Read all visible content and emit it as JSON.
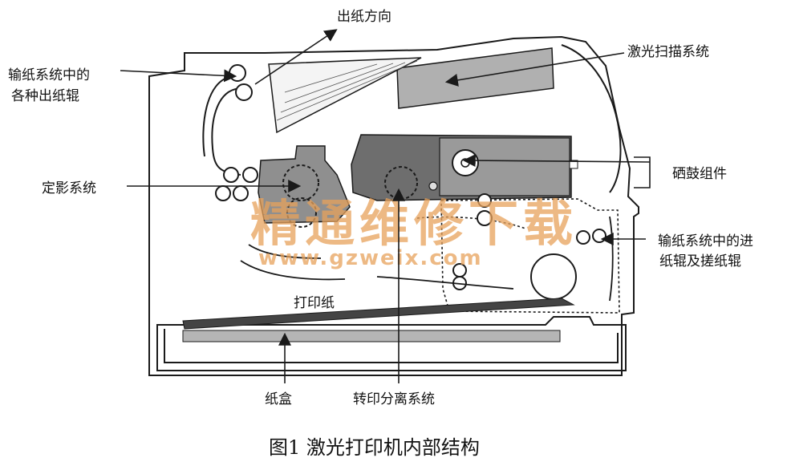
{
  "labels": {
    "paper_out_direction": "出纸方向",
    "output_rollers_line1": "输纸系统中的",
    "output_rollers_line2": "各种出纸辊",
    "laser_scan_system": "激光扫描系统",
    "fuser_system": "定影系统",
    "drum_assembly": "硒鼓组件",
    "feed_rollers_line1": "输纸系统中的进",
    "feed_rollers_line2": "纸辊及搓纸辊",
    "paper": "打印纸",
    "paper_tray": "纸盒",
    "transfer_separation": "转印分离系统"
  },
  "caption": "图1  激光打印机内部结构",
  "watermark": {
    "title": "精通维修下载",
    "url": "www.gzweix.com"
  },
  "colors": {
    "line": "#1a1a1a",
    "gray_component": "#8f8f8f",
    "dark_component": "#6e6e6e",
    "paper_gray": "#b5b5b5",
    "watermark": "#e8a25c"
  }
}
